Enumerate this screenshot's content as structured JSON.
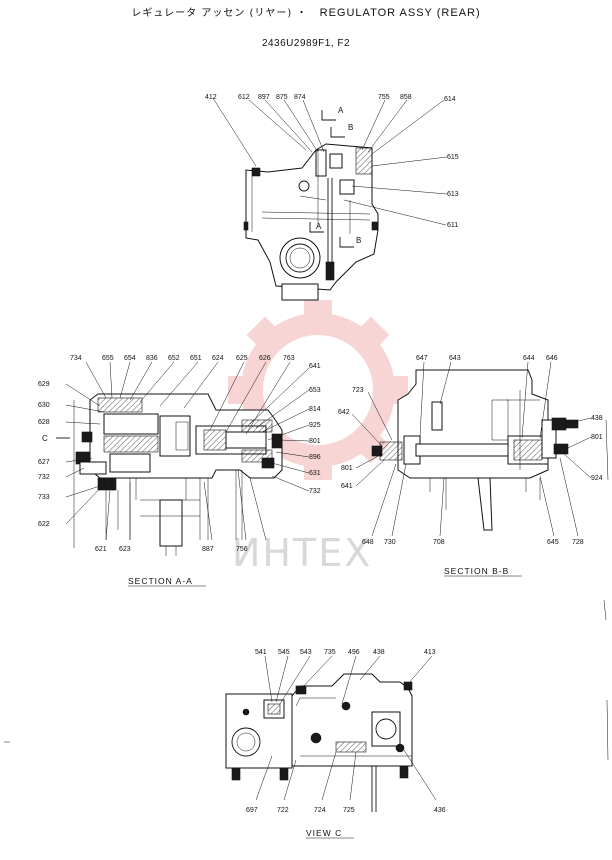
{
  "header": {
    "title_jp": "レギュレータ アッセン (リヤー) ・",
    "title_en": "REGULATOR ASSY (REAR)",
    "part_code": "2436U2989F1, F2"
  },
  "watermark": "ИНTEX",
  "top_view": {
    "callouts": [
      "412",
      "612",
      "897",
      "875",
      "874",
      "755",
      "858",
      "614",
      "615",
      "613",
      "611"
    ],
    "markers": [
      "A",
      "B",
      "A",
      "B"
    ]
  },
  "section_aa": {
    "caption": "SECTION A-A",
    "callouts": [
      "734",
      "655",
      "654",
      "836",
      "652",
      "651",
      "624",
      "625",
      "626",
      "763",
      "641",
      "629",
      "653",
      "630",
      "814",
      "628",
      "925",
      "801",
      "896",
      "627",
      "631",
      "732",
      "732",
      "733",
      "622",
      "621",
      "623",
      "887",
      "756"
    ],
    "marker": "C"
  },
  "section_bb": {
    "caption": "SECTION B-B",
    "callouts": [
      "647",
      "643",
      "644",
      "646",
      "723",
      "642",
      "438",
      "801",
      "801",
      "924",
      "641",
      "648",
      "730",
      "708",
      "645",
      "728"
    ]
  },
  "view_c": {
    "caption": "VIEW C",
    "callouts": [
      "541",
      "545",
      "543",
      "735",
      "496",
      "438",
      "413",
      "697",
      "722",
      "724",
      "725",
      "436"
    ]
  }
}
